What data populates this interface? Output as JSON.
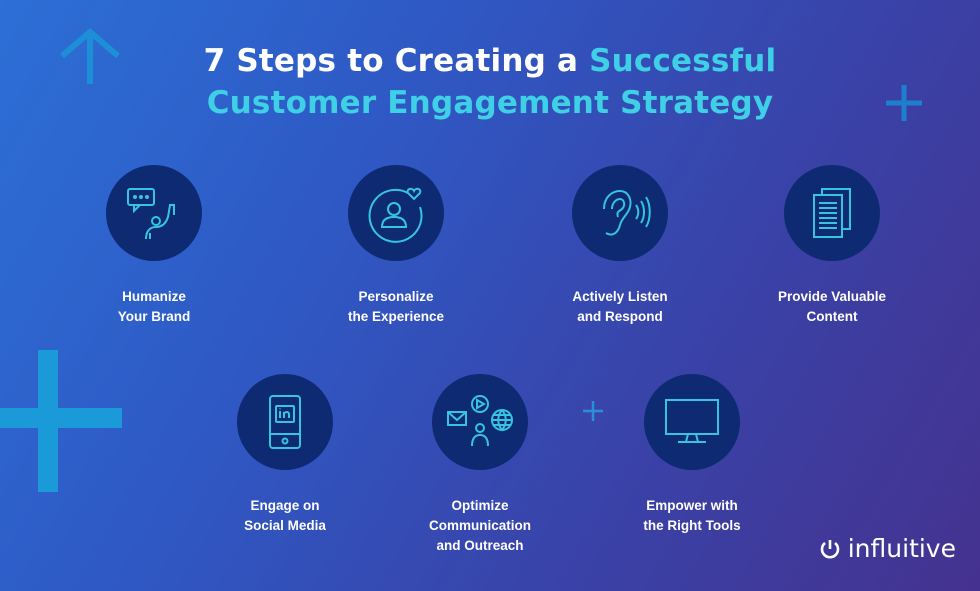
{
  "title": {
    "line1_plain": "7 Steps to Creating a ",
    "line1_accent": "Successful",
    "line2": "Customer Engagement Strategy"
  },
  "steps": [
    {
      "line1": "Humanize",
      "line2": "Your Brand",
      "icon": "raised-hand-chat-icon"
    },
    {
      "line1": "Personalize",
      "line2": "the Experience",
      "icon": "person-heart-icon"
    },
    {
      "line1": "Actively Listen",
      "line2": "and Respond",
      "icon": "ear-sound-icon"
    },
    {
      "line1": "Provide Valuable",
      "line2": "Content",
      "icon": "documents-icon"
    },
    {
      "line1": "Engage on",
      "line2": "Social Media",
      "icon": "phone-linkedin-icon"
    },
    {
      "line1": "Optimize",
      "line2": "Communication",
      "line3": "and Outreach",
      "icon": "communication-channels-icon"
    },
    {
      "line1": "Empower with",
      "line2": "the Right Tools",
      "icon": "monitor-icon"
    }
  ],
  "brand": {
    "name": "influitive"
  },
  "colors": {
    "accent": "#3fd0e6",
    "circle": "#0d2a72",
    "icon": "#37c4e0"
  }
}
